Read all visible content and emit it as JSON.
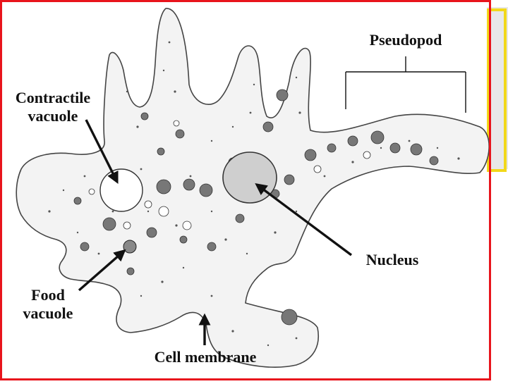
{
  "labels": {
    "pseudopod": "Pseudopod",
    "contractile_vacuole": [
      "Contractile",
      "vacuole"
    ],
    "nucleus": "Nucleus",
    "food_vacuole": [
      "Food",
      "vacuole"
    ],
    "cell_membrane": "Cell membrane"
  },
  "colors": {
    "outer_frame": "#e8141c",
    "inner_frame": "#f2d81a",
    "panel_fill": "#e8e8e8",
    "membrane": "#444444",
    "cytoplasm": "#f3f3f3",
    "arrow": "#111111"
  }
}
